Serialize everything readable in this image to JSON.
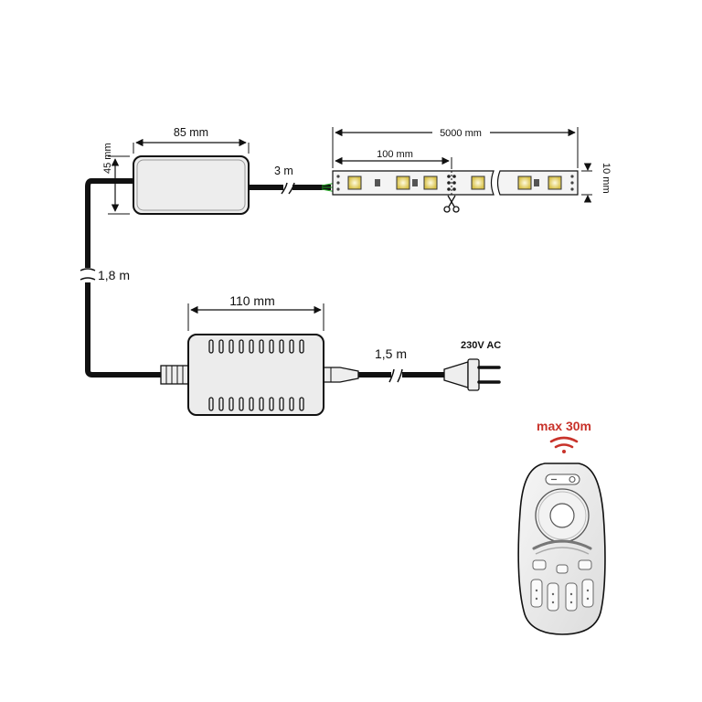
{
  "controller": {
    "width_label": "85 mm",
    "height_label": "45 mm",
    "cable_to_strip_label": "3 m"
  },
  "strip": {
    "total_length_label": "5000 mm",
    "segment_label": "100 mm",
    "width_label": "10 mm"
  },
  "cable_controller_to_psu": {
    "label": "1,8 m"
  },
  "power_supply": {
    "width_label": "110 mm",
    "mains_cable_label": "1,5 m",
    "voltage_label": "230V AC"
  },
  "remote": {
    "range_label": "max 30m",
    "range_color": "#c8322a"
  }
}
